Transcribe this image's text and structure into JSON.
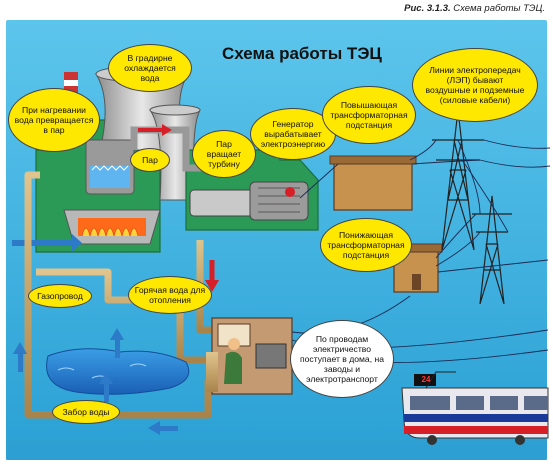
{
  "figure": {
    "number": "Рис. 3.1.3.",
    "caption": "Схема работы ТЭЦ."
  },
  "title": "Схема работы ТЭЦ",
  "labels": {
    "cooling_tower": "В градирне охлаждается вода",
    "heating_water": "При нагревании вода превращается в пар",
    "steam": "Пар",
    "steam_turbine": "Пар вращает турбину",
    "generator": "Генератор вырабатывает электроэнергию",
    "step_up": "Повышающая трансформаторная подстанция",
    "power_lines": "Линии электропередач (ЛЭП) бывают воздушные и подземные (силовые кабели)",
    "step_down": "Понижающая трансформаторная подстанция",
    "gas_pipeline": "Газопровод",
    "hot_water": "Горячая вода для отопления",
    "electricity": "По проводам электричество поступает в дома, на заводы и электротранспорт",
    "water_intake": "Забор воды",
    "tram_number": "24"
  },
  "colors": {
    "sky": "#3bb1df",
    "plant_green": "#2b9a57",
    "dark_green": "#1c6e3c",
    "callout_yellow": "#ffe800",
    "pipe": "#c7a46a",
    "arrow_red": "#d61f26",
    "arrow_blue": "#2c7ac8",
    "building": "#c7924e"
  }
}
